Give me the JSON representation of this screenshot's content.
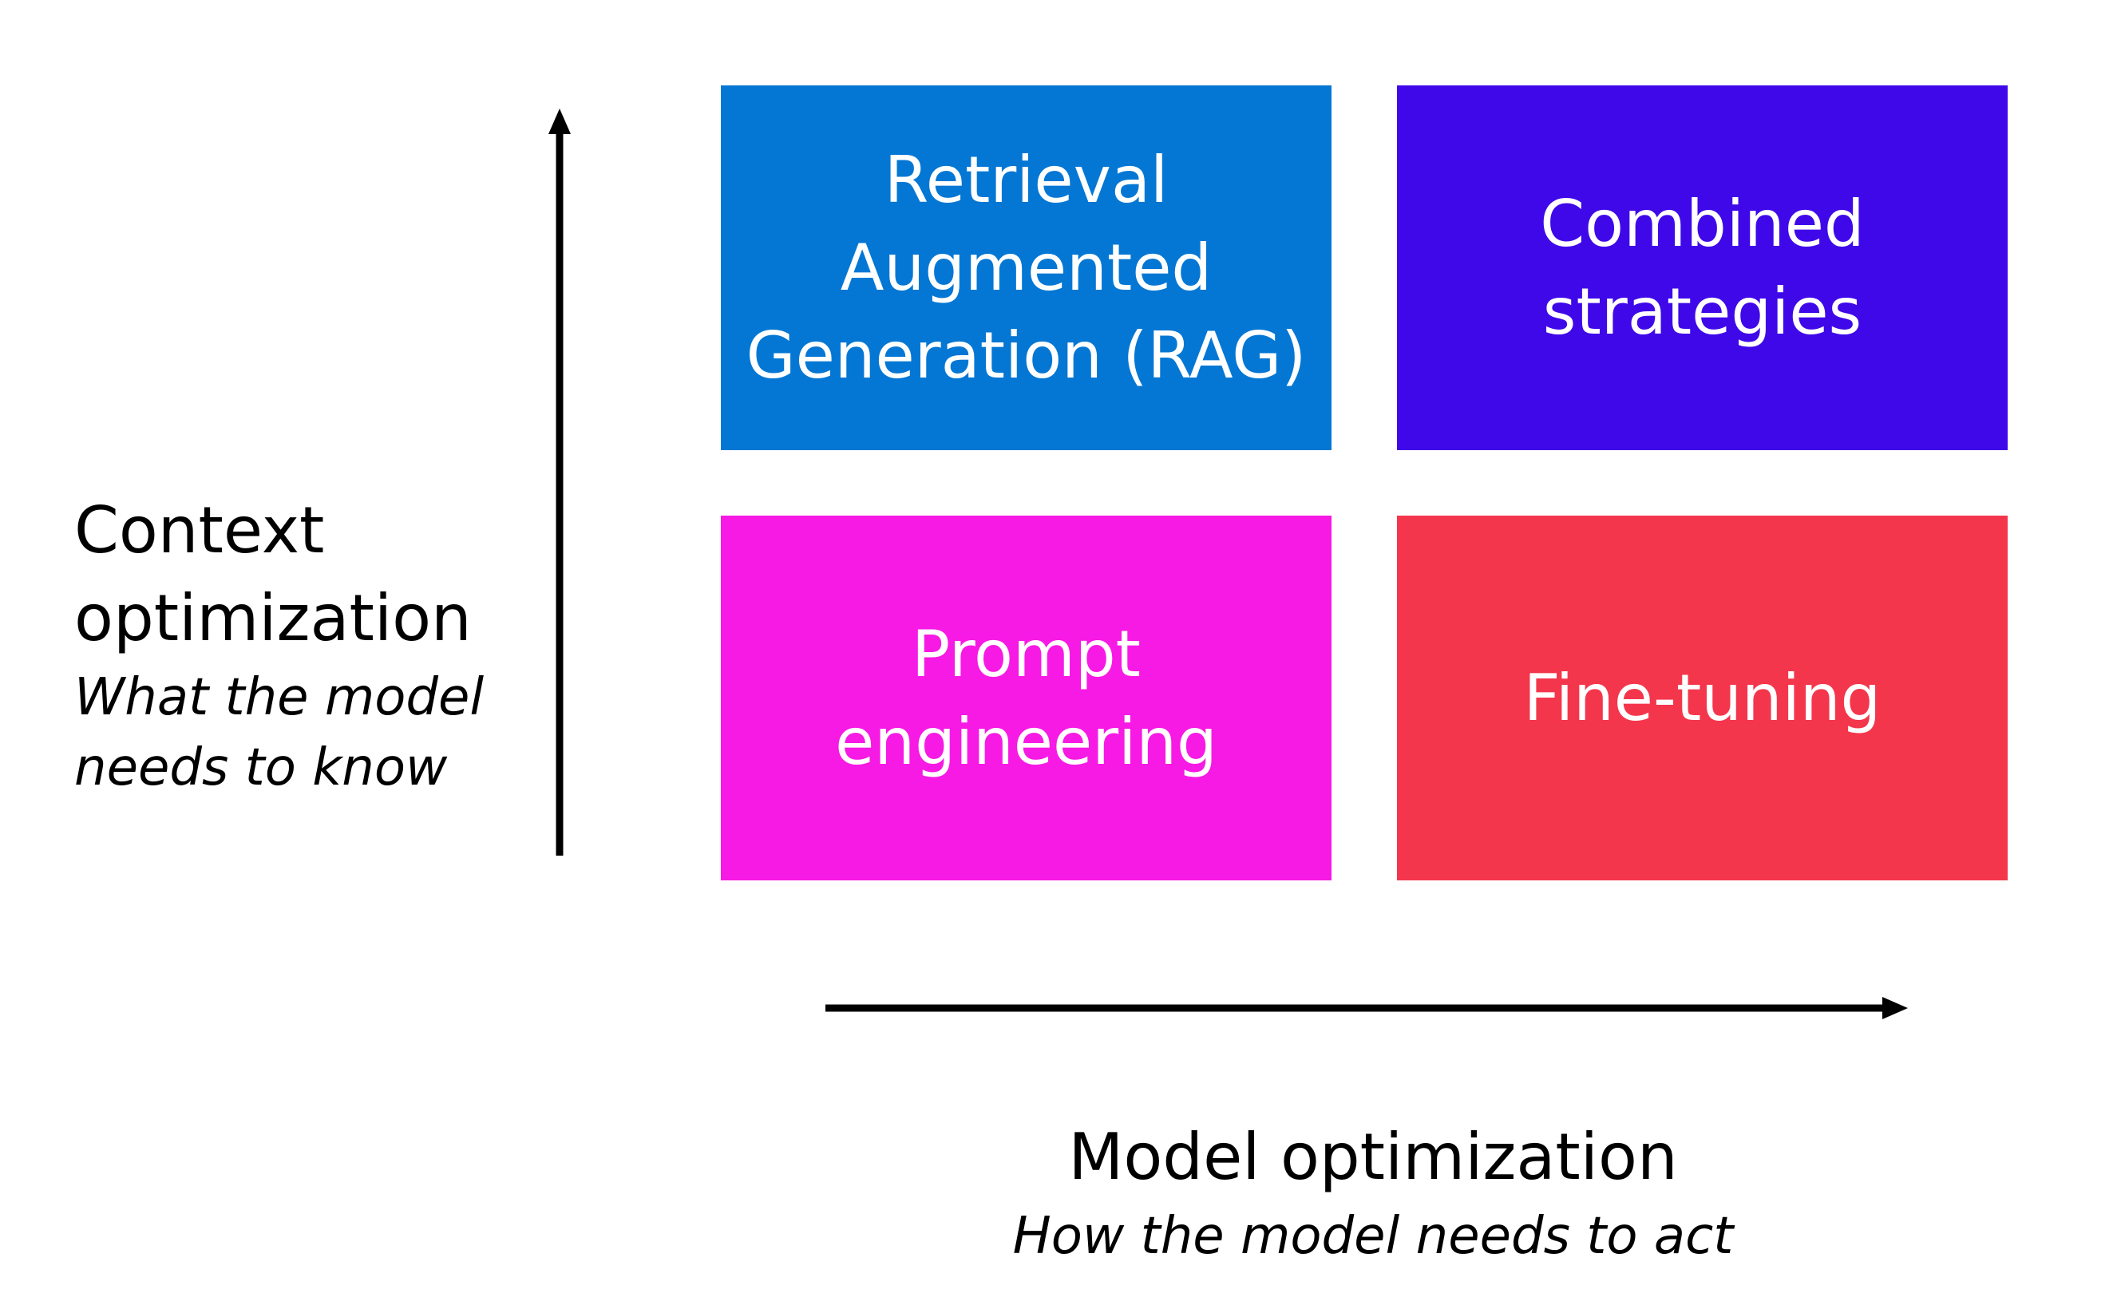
{
  "tiles": {
    "rag": {
      "label": "Retrieval\nAugmented\nGeneration (RAG)",
      "color": "#0477D4"
    },
    "combined": {
      "label": "Combined\nstrategies",
      "color": "#3F08E9"
    },
    "prompt": {
      "label": "Prompt\nengineering",
      "color": "#F719E4"
    },
    "finetune": {
      "label": "Fine-tuning",
      "color": "#F4364C"
    }
  },
  "y_axis": {
    "title": "Context\noptimization",
    "subtitle": "What the model\nneeds to know"
  },
  "x_axis": {
    "title": "Model optimization",
    "subtitle": "How the model needs to act"
  },
  "arrow_color": "#000000"
}
